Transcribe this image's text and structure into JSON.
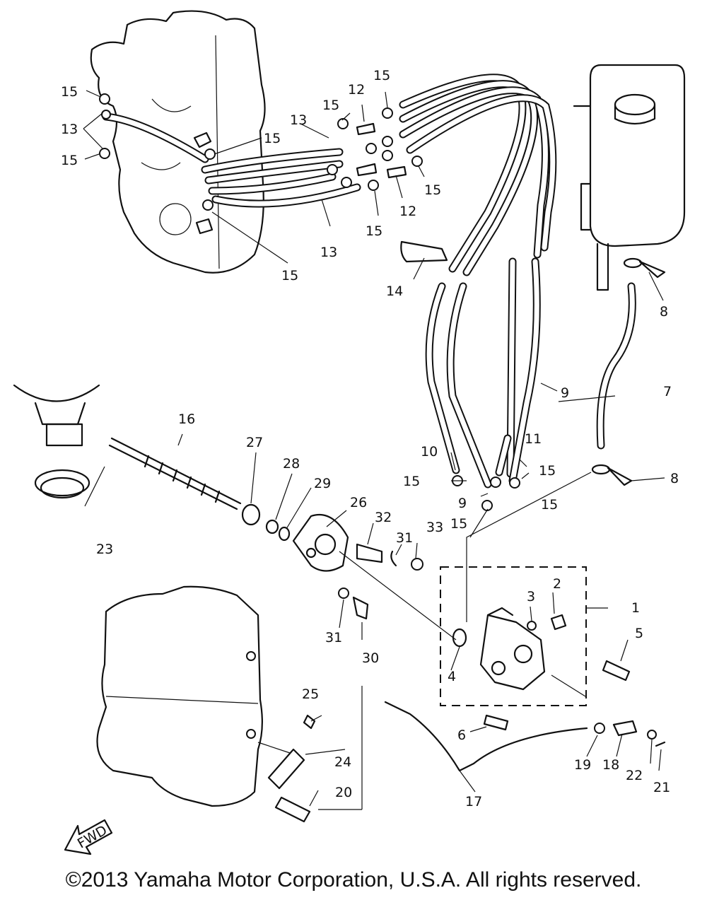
{
  "labels": {
    "p1": "1",
    "p2": "2",
    "p3": "3",
    "p4": "4",
    "p5": "5",
    "p6": "6",
    "p7": "7",
    "p8": "8",
    "p9": "9",
    "p10": "10",
    "p11": "11",
    "p12": "12",
    "p13": "13",
    "p14": "14",
    "p15": "15",
    "p16": "16",
    "p17": "17",
    "p18": "18",
    "p19": "19",
    "p20": "20",
    "p21": "21",
    "p22": "22",
    "p23": "23",
    "p24": "24",
    "p25": "25",
    "p26": "26",
    "p27": "27",
    "p28": "28",
    "p29": "29",
    "p30": "30",
    "p31": "31",
    "p32": "32",
    "p33": "33"
  },
  "fwd_label": "FWD",
  "copyright": "©2013 Yamaha Motor Corporation, U.S.A. All rights reserved."
}
